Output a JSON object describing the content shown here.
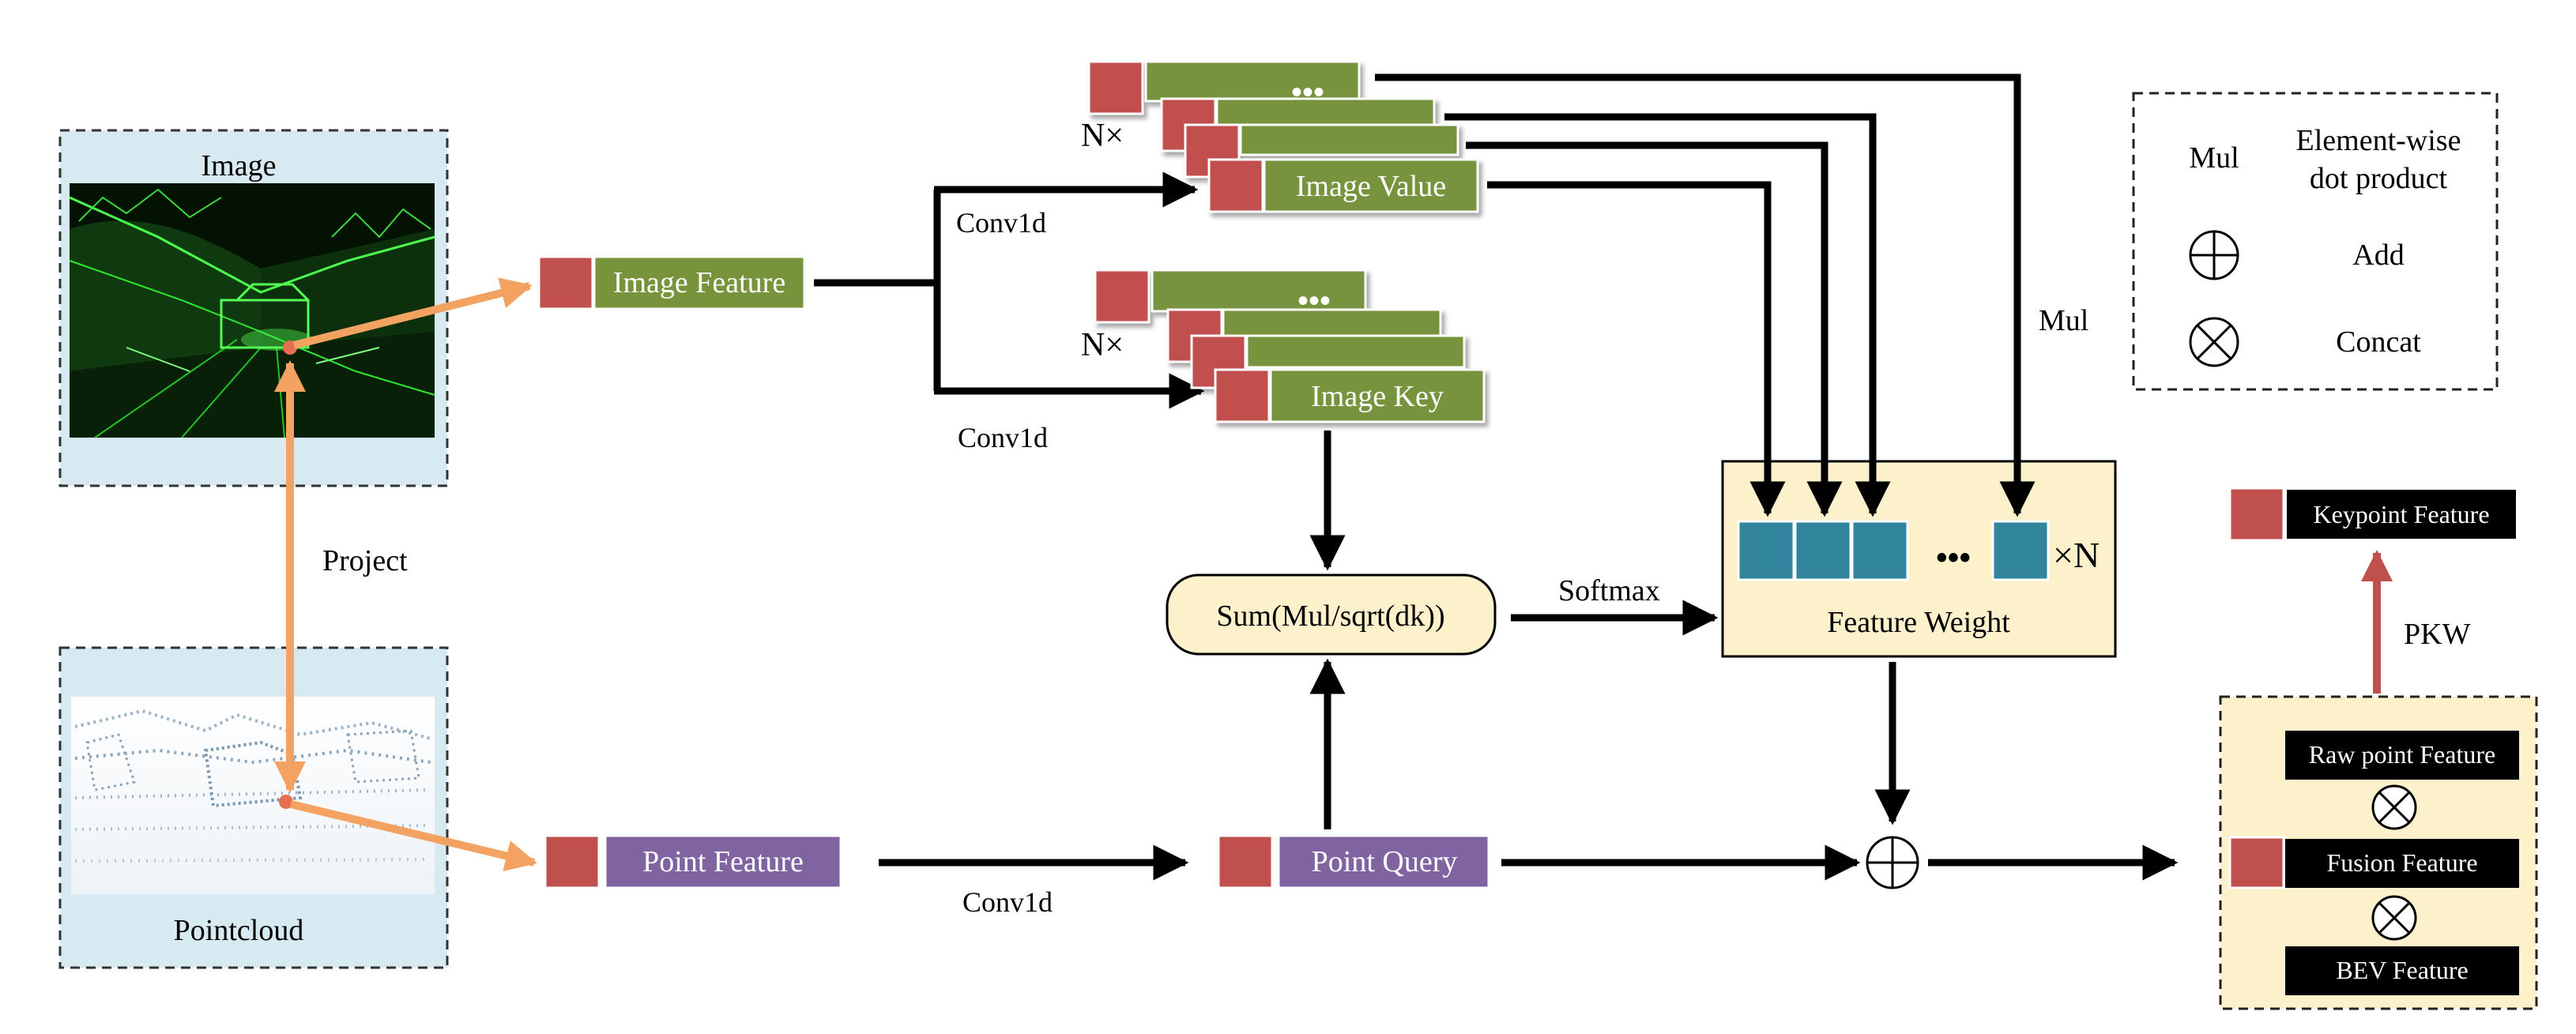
{
  "left_panel": {
    "image_label": "Image",
    "pointcloud_label": "Pointcloud",
    "project_label": "Project"
  },
  "features": {
    "image_feature": "Image Feature",
    "point_feature": "Point Feature",
    "point_query": "Point Query",
    "image_value": "Image Value",
    "image_key": "Image Key",
    "ellipsis": "•••",
    "n_times": "N×"
  },
  "ops": {
    "conv1d_value": "Conv1d",
    "conv1d_key": "Conv1d",
    "conv1d_query": "Conv1d",
    "sum_box": "Sum(Mul/sqrt(dk))",
    "softmax": "Softmax",
    "mul": "Mul",
    "feature_weight": "Feature Weight",
    "times_n": "×N"
  },
  "legend": {
    "mul_key": "Mul",
    "mul_desc_1": "Element-wise",
    "mul_desc_2": "dot product",
    "add_desc": "Add",
    "concat_desc": "Concat"
  },
  "output": {
    "keypoint_feature": "Keypoint Feature",
    "pkw": "PKW",
    "raw_point_feature": "Raw point Feature",
    "fusion_feature": "Fusion Feature",
    "bev_feature": "BEV Feature"
  },
  "colors": {
    "red_square": "#c0504d",
    "green_bar": "#77933c",
    "purple_bar": "#8064a2",
    "teal_cell": "#31859c",
    "cream_box": "#fdf1cc",
    "light_blue_panel": "#d8eaf1",
    "orange_arrow": "#f4a261",
    "pkw_arrow": "#c0504d"
  }
}
